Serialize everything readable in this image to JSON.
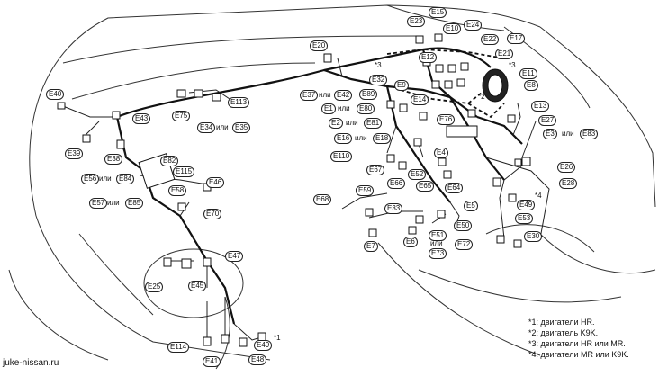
{
  "connectors": {
    "E15": "E15",
    "E23": "E23",
    "E10": "E10",
    "E24": "E24",
    "E22": "E22",
    "E17": "E17",
    "E12": "E12",
    "E21": "E21",
    "E11": "E11",
    "E8": "E8",
    "E20": "E20",
    "E32": "E32",
    "E9": "E9",
    "E37": "E37",
    "E42": "E42",
    "E89": "E89",
    "E14": "E14",
    "E13": "E13",
    "E1": "E1",
    "E80": "E80",
    "E76": "E76",
    "E27": "E27",
    "E2": "E2",
    "E81": "E81",
    "E3": "E3",
    "E83": "E83",
    "E16": "E16",
    "E18": "E18",
    "E4": "E4",
    "E26": "E26",
    "E110": "E110",
    "E67": "E67",
    "E52": "E52",
    "E28": "E28",
    "E59": "E59",
    "E66": "E66",
    "E65": "E65",
    "E64": "E64",
    "E49": "E49",
    "E68": "E68",
    "E5": "E5",
    "E33": "E33",
    "E53": "E53",
    "E50": "E50",
    "E30": "E30",
    "E6": "E6",
    "E51": "E51",
    "E72": "E72",
    "E7": "E7",
    "E73": "E73",
    "E40": "E40",
    "E113": "E113",
    "E75": "E75",
    "E43": "E43",
    "E34": "E34",
    "E35": "E35",
    "E39": "E39",
    "E38": "E38",
    "E82": "E82",
    "E115": "E115",
    "E56": "E56",
    "E84": "E84",
    "E58": "E58",
    "E46": "E46",
    "E57": "E57",
    "E85": "E85",
    "E70": "E70",
    "E47": "E47",
    "E25": "E25",
    "E45": "E45",
    "E114": "E114",
    "E41": "E41",
    "E48": "E48"
  },
  "connector_word": "или",
  "markers": {
    "m1": "*1",
    "m2": "*2",
    "m3a": "*3",
    "m3b": "*3",
    "m4": "*4"
  },
  "notes": [
    "*1: двигатели HR.",
    "*2: двигатель K9K.",
    "*3: двигатели HR или MR.",
    "*4: двигатели MR или K9K."
  ],
  "watermark": "juke-nissan.ru"
}
